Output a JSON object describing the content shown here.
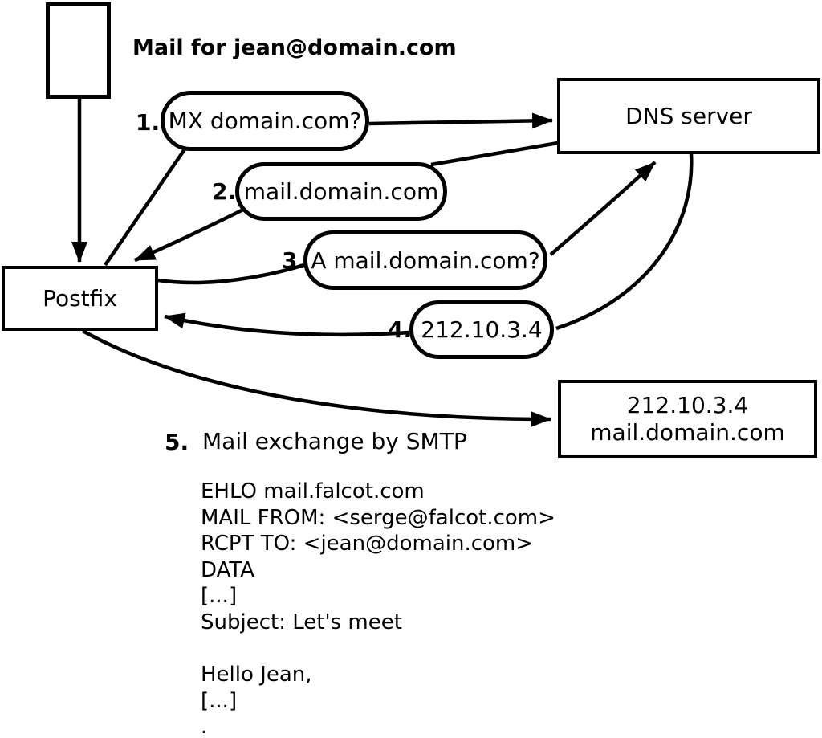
{
  "colors": {
    "ink": "#000000",
    "background": "#ffffff"
  },
  "diagram": {
    "caption": "Mail for jean@domain.com",
    "nodes": {
      "postfix": {
        "label": "Postfix"
      },
      "dns": {
        "label": "DNS server"
      },
      "mail_server": {
        "line1": "212.10.3.4",
        "line2": "mail.domain.com"
      }
    },
    "steps": {
      "s1": {
        "num": "1.",
        "label": "MX domain.com?"
      },
      "s2": {
        "num": "2.",
        "label": "mail.domain.com"
      },
      "s3": {
        "num": "3.",
        "label": "A mail.domain.com?"
      },
      "s4": {
        "num": "4.",
        "label": "212.10.3.4"
      },
      "s5": {
        "num": "5.",
        "label": "Mail exchange by SMTP"
      }
    },
    "smtp_session": [
      "EHLO mail.falcot.com",
      "MAIL FROM: <serge@falcot.com>",
      "RCPT TO: <jean@domain.com>",
      "DATA",
      "[...]",
      "Subject: Let's meet",
      "",
      "Hello Jean,",
      "[...]",
      "."
    ]
  }
}
